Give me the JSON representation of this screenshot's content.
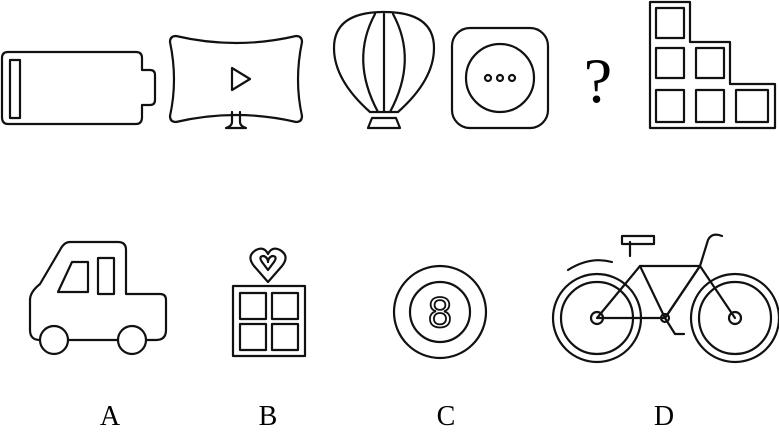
{
  "question_row": {
    "items": [
      "battery-icon",
      "monitor-play-icon",
      "hot-air-balloon-icon",
      "socket-icon",
      "question-mark",
      "stair-grid-icon"
    ],
    "unknown_mark": "?"
  },
  "options": [
    {
      "label": "A",
      "figure": "car-icon"
    },
    {
      "label": "B",
      "figure": "heart-gift-icon"
    },
    {
      "label": "C",
      "figure": "eight-ball-icon",
      "text": "8"
    },
    {
      "label": "D",
      "figure": "bicycle-icon"
    }
  ]
}
